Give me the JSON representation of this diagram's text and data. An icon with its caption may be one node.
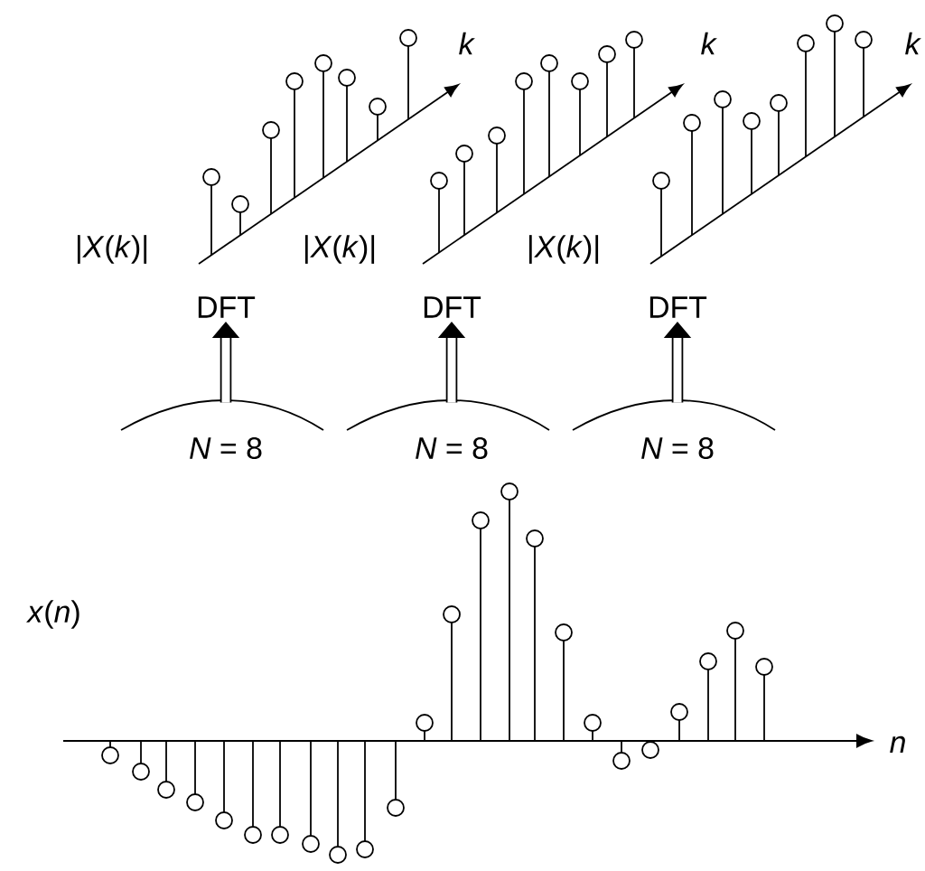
{
  "diagram": {
    "nodes": [
      {
        "text": [
          "DFT"
        ]
      },
      {
        "text": [
          "DFT"
        ]
      },
      {
        "text": [
          "DFT"
        ]
      },
      {
        "text": [
          "*N* = 8"
        ]
      },
      {
        "text": [
          "*N* = 8"
        ]
      },
      {
        "text": [
          "*N* = 8"
        ]
      }
    ],
    "edges": [
      {
        "from": 3,
        "to": 0,
        "arrow": "to"
      },
      {
        "from": 4,
        "to": 1,
        "arrow": "to"
      },
      {
        "from": 5,
        "to": 2,
        "arrow": "to"
      }
    ],
    "labels": [
      "k",
      "k",
      "k",
      "|*X*(*k*)|",
      "|*X*(*k*)|",
      "|*X*(*k*)|",
      "*x*(*n*)",
      "n"
    ]
  }
}
